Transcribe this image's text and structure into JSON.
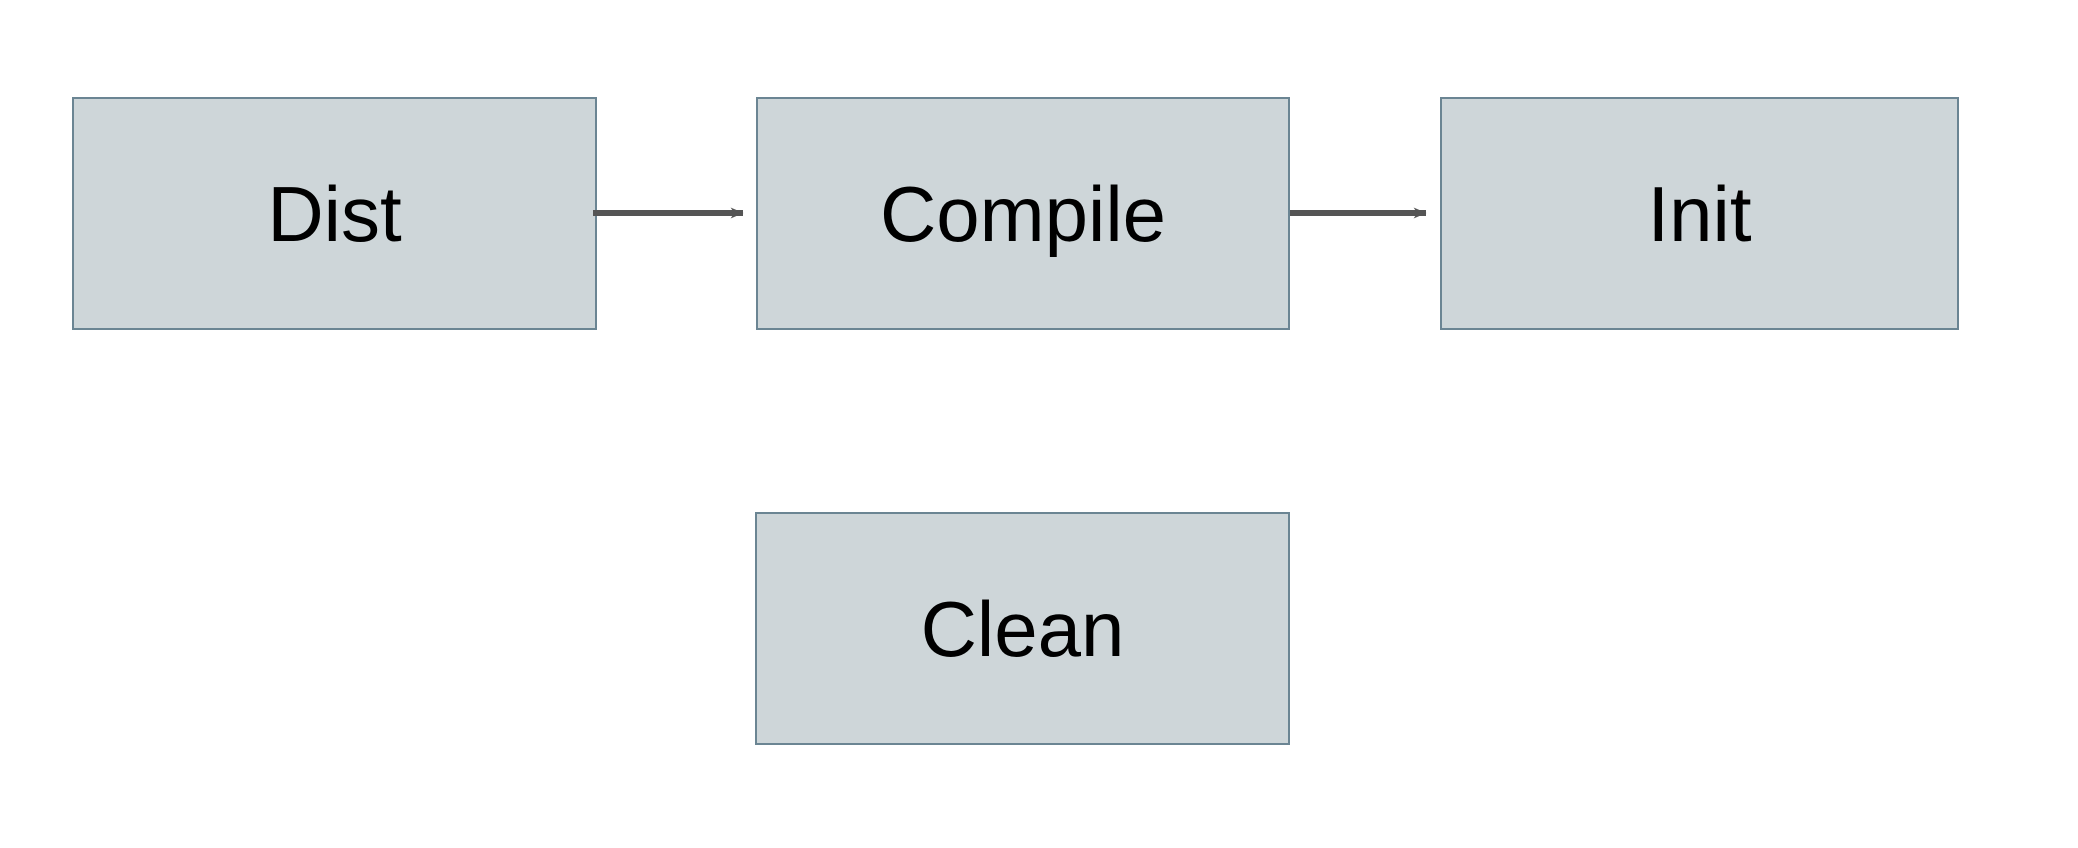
{
  "diagram": {
    "type": "flowchart",
    "orientation": "left-to-right",
    "background_color": "#ffffff",
    "node_fill_color": "#ced6d9",
    "node_border_color": "#6b8593",
    "edge_color": "#555555",
    "label_color": "#000000",
    "nodes": [
      {
        "id": "dist",
        "label": "Dist"
      },
      {
        "id": "compile",
        "label": "Compile"
      },
      {
        "id": "init",
        "label": "Init"
      },
      {
        "id": "clean",
        "label": "Clean"
      }
    ],
    "edges": [
      {
        "id": "dist-compile",
        "from": "Dist",
        "to": "Compile",
        "label": "",
        "arrowhead": "barbed-arrow"
      },
      {
        "id": "compile-init",
        "from": "Compile",
        "to": "Init",
        "label": "",
        "arrowhead": "barbed-arrow"
      }
    ]
  }
}
